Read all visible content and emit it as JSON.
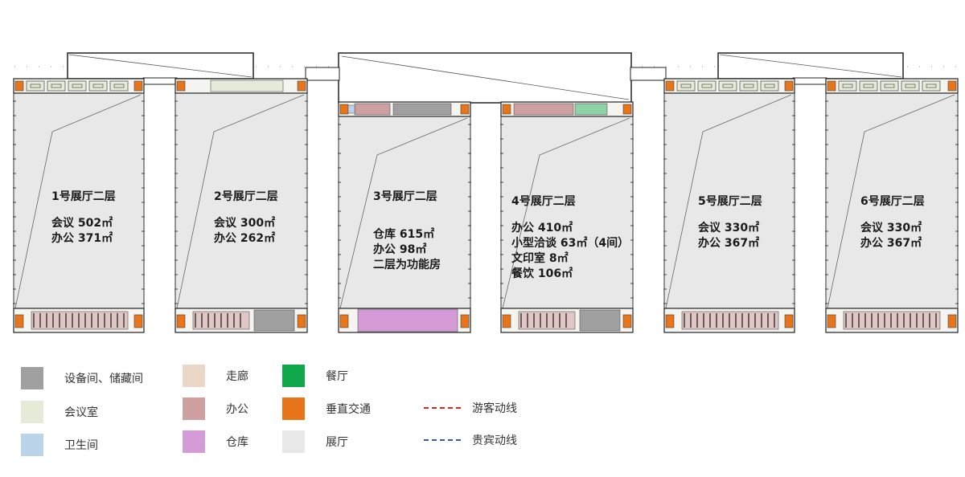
{
  "halls": [
    {
      "title": "1号展厅二层",
      "lines": [
        "会议 502㎡",
        "办公 371㎡"
      ]
    },
    {
      "title": "2号展厅二层",
      "lines": [
        "会议 300㎡",
        "办公 262㎡"
      ]
    },
    {
      "title": "3号展厅二层",
      "lines": [
        "仓库 615㎡",
        "办公 98㎡",
        "二层为功能房"
      ]
    },
    {
      "title": "4号展厅二层",
      "lines": [
        "办公 410㎡",
        "小型洽谈 63㎡（4间）",
        "文印室 8㎡",
        "餐饮 106㎡"
      ]
    },
    {
      "title": "5号展厅二层",
      "lines": [
        "会议 330㎡",
        "办公 367㎡"
      ]
    },
    {
      "title": "6号展厅二层",
      "lines": [
        "会议 330㎡",
        "办公 367㎡"
      ]
    }
  ],
  "legend": {
    "equipment": {
      "label": "设备间、储藏间",
      "color": "#a0a0a0"
    },
    "meeting": {
      "label": "会议室",
      "color": "#e6ebd9"
    },
    "toilet": {
      "label": "卫生间",
      "color": "#bcd4ea"
    },
    "corridor": {
      "label": "走廊",
      "color": "#ead7c8"
    },
    "office": {
      "label": "办公",
      "color": "#cfa0a0"
    },
    "storage": {
      "label": "仓库",
      "color": "#d49bd6"
    },
    "dining": {
      "label": "餐厅",
      "color": "#10a84a"
    },
    "vertical": {
      "label": "垂直交通",
      "color": "#e8751a"
    },
    "exhibition": {
      "label": "展厅",
      "color": "#e8e8e8"
    },
    "visitor_route": {
      "label": "游客动线",
      "color": "#e02020"
    },
    "vip_route": {
      "label": "贵宾动线",
      "color": "#3a5a8c"
    }
  }
}
